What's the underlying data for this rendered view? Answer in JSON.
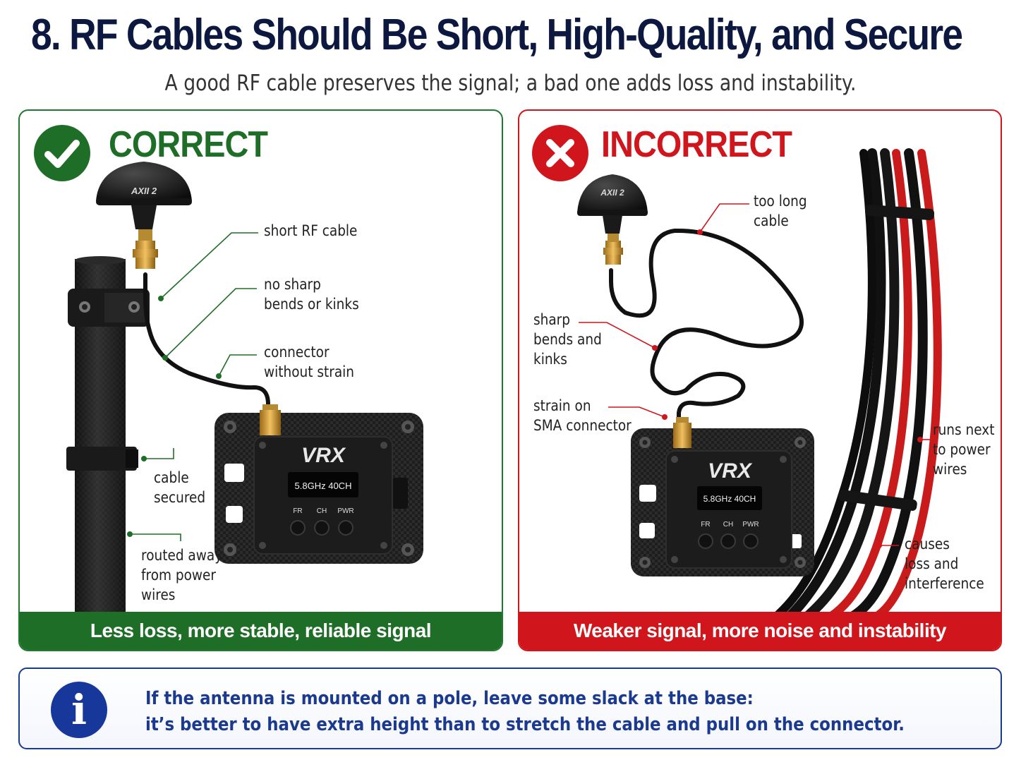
{
  "title": "8. RF Cables Should Be Short, High-Quality, and Secure",
  "subtitle": "A good RF cable preserves the signal; a bad one adds loss and instability.",
  "colors": {
    "correct": "#1f6e27",
    "incorrect": "#d0161c",
    "info": "#1b3a8f",
    "title": "#0c1840"
  },
  "correct_panel": {
    "heading": "CORRECT",
    "icon": "checkmark-icon",
    "antenna_brand": "AXII 2",
    "device": {
      "name": "VRX",
      "display": "5.8GHz 40CH",
      "buttons": [
        "FR",
        "CH",
        "PWR"
      ]
    },
    "callouts": {
      "short_cable": "short RF cable",
      "no_bends_1": "no sharp",
      "no_bends_2": "bends or kinks",
      "no_strain_1": "connector",
      "no_strain_2": "without strain",
      "secured_1": "cable",
      "secured_2": "secured",
      "routed_1": "routed away",
      "routed_2": "from power",
      "routed_3": "wires"
    },
    "footer": "Less loss, more stable, reliable signal"
  },
  "incorrect_panel": {
    "heading": "INCORRECT",
    "icon": "cross-icon",
    "antenna_brand": "AXII 2",
    "device": {
      "name": "VRX",
      "display": "5.8GHz 40CH",
      "buttons": [
        "FR",
        "CH",
        "PWR"
      ]
    },
    "callouts": {
      "too_long_1": "too long",
      "too_long_2": "cable",
      "sharp_1": "sharp",
      "sharp_2": "bends and",
      "sharp_3": "kinks",
      "strain_1": "strain on",
      "strain_2": "SMA connector",
      "power_1": "runs next",
      "power_2": "to power",
      "power_3": "wires",
      "loss_1": "causes",
      "loss_2": "loss and",
      "loss_3": "interference"
    },
    "footer": "Weaker signal, more noise and instability"
  },
  "info": {
    "icon": "info-icon",
    "icon_glyph": "i",
    "line1": "If the antenna is mounted on a pole, leave some slack at the base:",
    "line2": "it’s better to have extra height than to stretch the cable and pull on the connector."
  }
}
